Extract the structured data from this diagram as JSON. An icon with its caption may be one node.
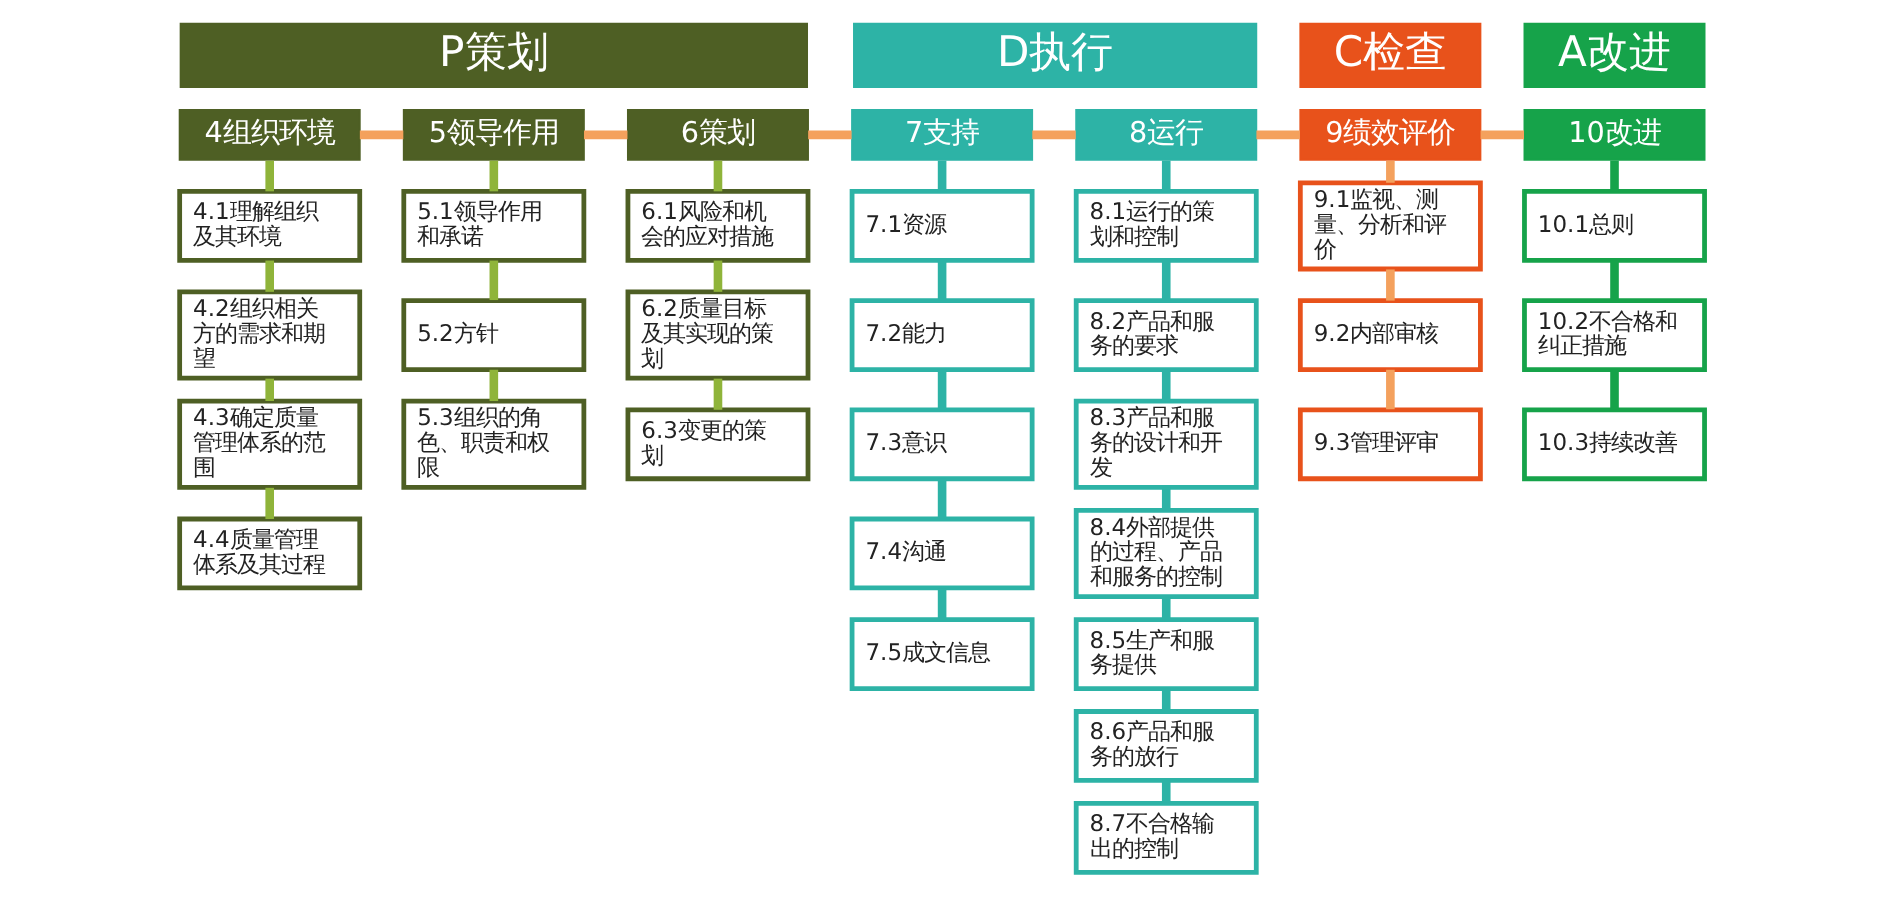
{
  "diagram": {
    "nodes": [
      {
        "text": [
          "P策划"
        ]
      },
      {
        "text": [
          "D执行"
        ]
      },
      {
        "text": [
          "C检查"
        ]
      },
      {
        "text": [
          "A改进"
        ]
      },
      {
        "text": [
          "4组织环境"
        ]
      },
      {
        "text": [
          "5领导作用"
        ]
      },
      {
        "text": [
          "6策划"
        ]
      },
      {
        "text": [
          "7支持"
        ]
      },
      {
        "text": [
          "8运行"
        ]
      },
      {
        "text": [
          "9绩效评价"
        ]
      },
      {
        "text": [
          "10改进"
        ]
      },
      {
        "text": [
          "4.1理解组织及其环境"
        ]
      },
      {
        "text": [
          "4.2组织相关方的需求和期望"
        ]
      },
      {
        "text": [
          "4.3确定质量管理体系的范围"
        ]
      },
      {
        "text": [
          "4.4质量管理体系及其过程"
        ]
      },
      {
        "text": [
          "5.1领导作用和承诺"
        ]
      },
      {
        "text": [
          "5.2方针"
        ]
      },
      {
        "text": [
          "5.3组织的角色、职责和权限"
        ]
      },
      {
        "text": [
          "6.1风险和机会的应对措施"
        ]
      },
      {
        "text": [
          "6.2质量目标及其实现的策划"
        ]
      },
      {
        "text": [
          "6.3变更的策划"
        ]
      },
      {
        "text": [
          "7.1资源"
        ]
      },
      {
        "text": [
          "7.2能力"
        ]
      },
      {
        "text": [
          "7.3意识"
        ]
      },
      {
        "text": [
          "7.4沟通"
        ]
      },
      {
        "text": [
          "7.5成文信息"
        ]
      },
      {
        "text": [
          "8.1运行的策划和控制"
        ]
      },
      {
        "text": [
          "8.2产品和服务的要求"
        ]
      },
      {
        "text": [
          "8.3产品和服务的设计和开发"
        ]
      },
      {
        "text": [
          "8.4外部提供的过程、产品和服务的控制"
        ]
      },
      {
        "text": [
          "8.5生产和服务提供"
        ]
      },
      {
        "text": [
          "8.6产品和服务的放行"
        ]
      },
      {
        "text": [
          "8.7不合格输出的控制"
        ]
      },
      {
        "text": [
          "9.1监视、测量、分析和评价"
        ]
      },
      {
        "text": [
          "9.2内部审核"
        ]
      },
      {
        "text": [
          "9.3管理评审"
        ]
      },
      {
        "text": [
          "10.1总则"
        ]
      },
      {
        "text": [
          "10.2不合格和纠正措施"
        ]
      },
      {
        "text": [
          "10.3持续改善"
        ]
      }
    ],
    "edges": [
      {
        "from": 4,
        "to": 5,
        "arrow": "none",
        "color": "#f4a15d"
      },
      {
        "from": 5,
        "to": 6,
        "arrow": "none",
        "color": "#f4a15d"
      },
      {
        "from": 6,
        "to": 7,
        "arrow": "none",
        "color": "#f4a15d"
      },
      {
        "from": 7,
        "to": 8,
        "arrow": "none",
        "color": "#f4a15d"
      },
      {
        "from": 8,
        "to": 9,
        "arrow": "none",
        "color": "#f4a15d"
      },
      {
        "from": 9,
        "to": 10,
        "arrow": "none",
        "color": "#f4a15d"
      },
      {
        "from": 4,
        "to": 11,
        "arrow": "none",
        "color": "#8fb43a"
      },
      {
        "from": 11,
        "to": 12,
        "arrow": "none",
        "color": "#8fb43a"
      },
      {
        "from": 12,
        "to": 13,
        "arrow": "none",
        "color": "#8fb43a"
      },
      {
        "from": 13,
        "to": 14,
        "arrow": "none",
        "color": "#8fb43a"
      },
      {
        "from": 5,
        "to": 15,
        "arrow": "none",
        "color": "#8fb43a"
      },
      {
        "from": 15,
        "to": 16,
        "arrow": "none",
        "color": "#8fb43a"
      },
      {
        "from": 16,
        "to": 17,
        "arrow": "none",
        "color": "#8fb43a"
      },
      {
        "from": 6,
        "to": 18,
        "arrow": "none",
        "color": "#8fb43a"
      },
      {
        "from": 18,
        "to": 19,
        "arrow": "none",
        "color": "#8fb43a"
      },
      {
        "from": 19,
        "to": 20,
        "arrow": "none",
        "color": "#8fb43a"
      },
      {
        "from": 7,
        "to": 21,
        "arrow": "none"
      },
      {
        "from": 21,
        "to": 22,
        "arrow": "none"
      },
      {
        "from": 22,
        "to": 23,
        "arrow": "none"
      },
      {
        "from": 23,
        "to": 24,
        "arrow": "none"
      },
      {
        "from": 24,
        "to": 25,
        "arrow": "none"
      },
      {
        "from": 8,
        "to": 26,
        "arrow": "none"
      },
      {
        "from": 26,
        "to": 27,
        "arrow": "none"
      },
      {
        "from": 27,
        "to": 28,
        "arrow": "none"
      },
      {
        "from": 28,
        "to": 29,
        "arrow": "none"
      },
      {
        "from": 29,
        "to": 30,
        "arrow": "none"
      },
      {
        "from": 30,
        "to": 31,
        "arrow": "none"
      },
      {
        "from": 31,
        "to": 32,
        "arrow": "none"
      },
      {
        "from": 9,
        "to": 33,
        "arrow": "none",
        "color": "#f4a15d"
      },
      {
        "from": 33,
        "to": 34,
        "arrow": "none",
        "color": "#f4a15d"
      },
      {
        "from": 34,
        "to": 35,
        "arrow": "none",
        "color": "#f4a15d"
      },
      {
        "from": 10,
        "to": 36,
        "arrow": "none",
        "color": "#16a34a"
      },
      {
        "from": 36,
        "to": 37,
        "arrow": "none",
        "color": "#16a34a"
      },
      {
        "from": 37,
        "to": 38,
        "arrow": "none",
        "color": "#16a34a"
      }
    ]
  }
}
